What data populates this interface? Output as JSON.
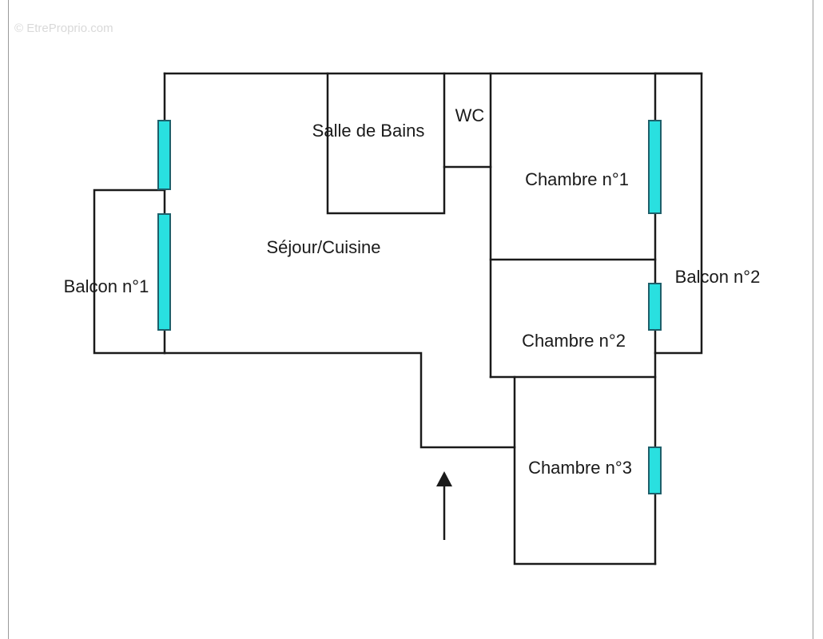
{
  "watermark": "© EtreProprio.com",
  "rooms": {
    "salle_de_bains": "Salle de Bains",
    "wc": "WC",
    "chambre_1": "Chambre n°1",
    "sejour_cuisine": "Séjour/Cuisine",
    "balcon_1": "Balcon n°1",
    "balcon_2": "Balcon n°2",
    "chambre_2": "Chambre n°2",
    "chambre_3": "Chambre n°3"
  },
  "colors": {
    "wall": "#1a1a1a",
    "window_fill": "#29e0e0",
    "window_stroke": "#1e5f6a",
    "background": "#ffffff"
  },
  "icons": {
    "entrance": "arrow-up-icon"
  }
}
